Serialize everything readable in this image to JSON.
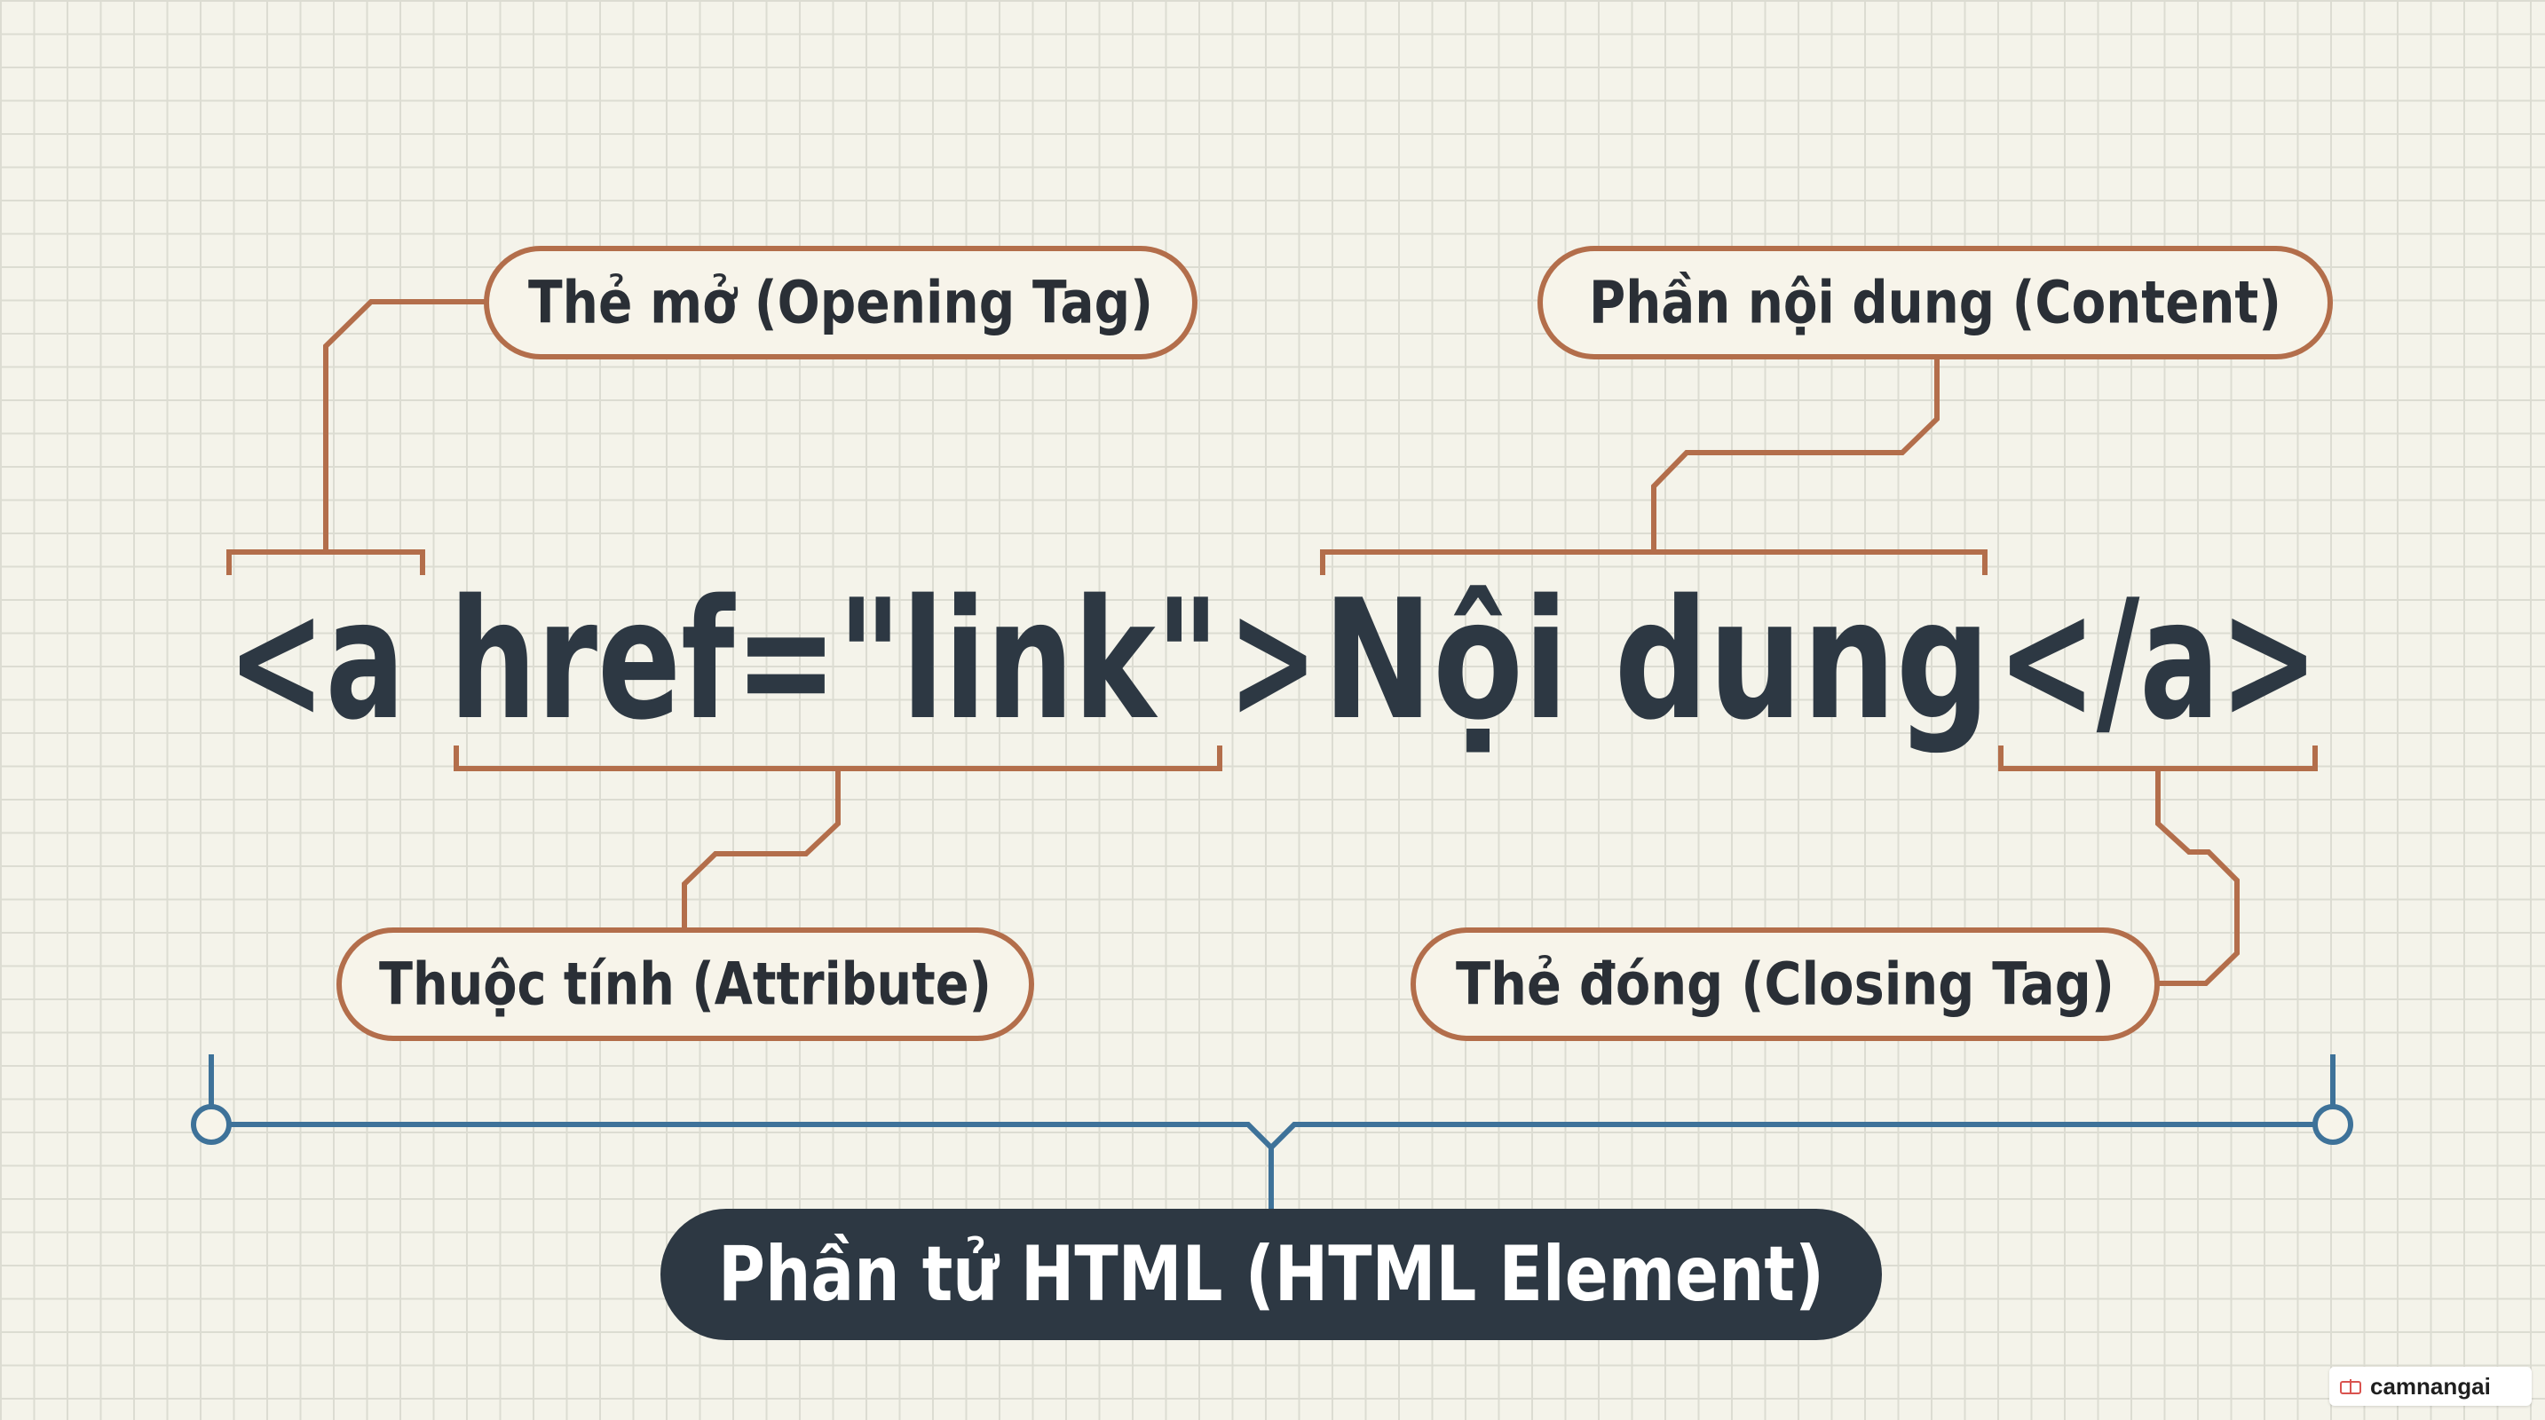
{
  "code_line": {
    "opening_part1": "<a",
    "opening_attribute": "href=\"link\"",
    "opening_close": ">",
    "content": "Nội dung",
    "closing_tag": "</a>"
  },
  "labels": {
    "opening_tag": "Thẻ mở (Opening Tag)",
    "content": "Phần nội dung (Content)",
    "attribute": "Thuộc tính (Attribute)",
    "closing_tag": "Thẻ đóng (Closing Tag)",
    "element": "Phần tử HTML (HTML Element)"
  },
  "watermark": {
    "text": "camnangai",
    "icon": "brand-logo-icon"
  },
  "colors": {
    "background": "#f4f3ea",
    "grid": "#dcdcd2",
    "bracket": "#b36e4b",
    "element_line": "#3e7299",
    "element_pill": "#2d3843",
    "code_text": "#2d3843"
  }
}
